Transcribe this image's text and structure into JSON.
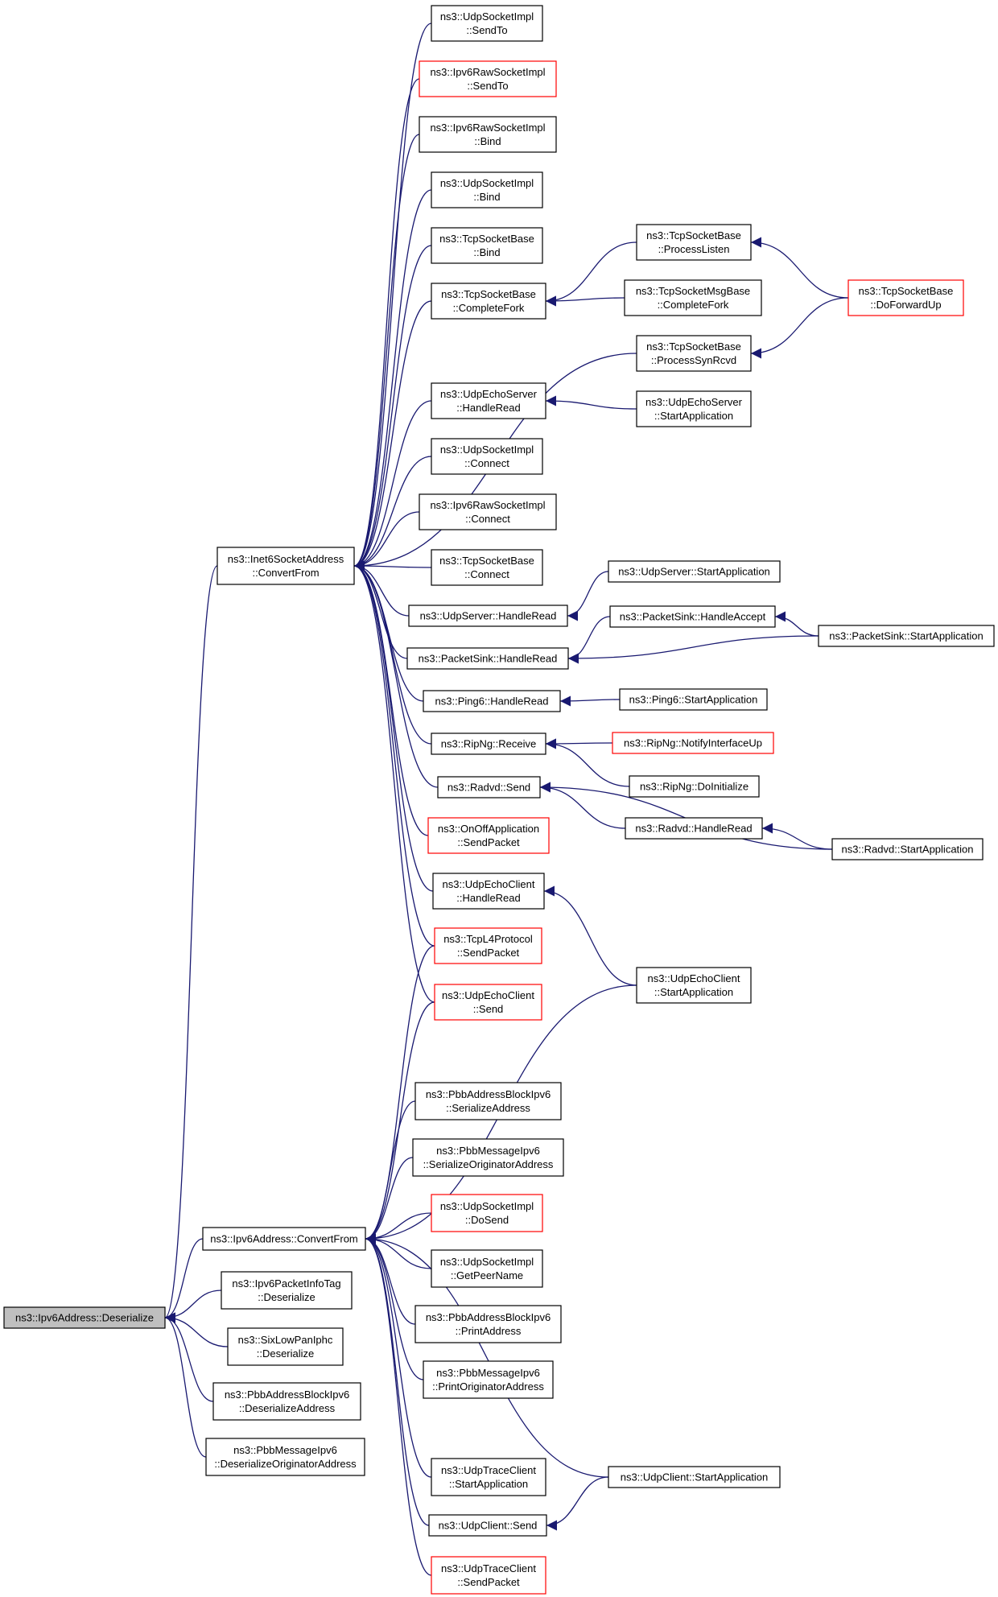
{
  "colors": {
    "edge": "#191970",
    "node_border_normal": "#000000",
    "node_border_truncated": "#ff0000",
    "root_fill": "#bfbfbf",
    "node_fill": "#ffffff"
  },
  "nodes": [
    {
      "id": "ipv6_deserialize",
      "lines": [
        "ns3::Ipv6Address::Deserialize"
      ],
      "style": "root"
    },
    {
      "id": "inet6_convertfrom",
      "lines": [
        "ns3::Inet6SocketAddress",
        "::ConvertFrom"
      ],
      "style": "normal"
    },
    {
      "id": "ipv6addr_convertfrom",
      "lines": [
        "ns3::Ipv6Address::ConvertFrom"
      ],
      "style": "normal"
    },
    {
      "id": "ipv6pktinfotag_deser",
      "lines": [
        "ns3::Ipv6PacketInfoTag",
        "::Deserialize"
      ],
      "style": "normal"
    },
    {
      "id": "sixlowpan_deser",
      "lines": [
        "ns3::SixLowPanIphc",
        "::Deserialize"
      ],
      "style": "normal"
    },
    {
      "id": "pbbabipv6_deseraddr",
      "lines": [
        "ns3::PbbAddressBlockIpv6",
        "::DeserializeAddress"
      ],
      "style": "normal"
    },
    {
      "id": "pbbmsgipv6_deserorig",
      "lines": [
        "ns3::PbbMessageIpv6",
        "::DeserializeOriginatorAddress"
      ],
      "style": "normal"
    },
    {
      "id": "udpsock_sendto",
      "lines": [
        "ns3::UdpSocketImpl",
        "::SendTo"
      ],
      "style": "normal"
    },
    {
      "id": "ipv6raw_sendto",
      "lines": [
        "ns3::Ipv6RawSocketImpl",
        "::SendTo"
      ],
      "style": "truncated"
    },
    {
      "id": "ipv6raw_bind",
      "lines": [
        "ns3::Ipv6RawSocketImpl",
        "::Bind"
      ],
      "style": "normal"
    },
    {
      "id": "udpsock_bind",
      "lines": [
        "ns3::UdpSocketImpl",
        "::Bind"
      ],
      "style": "normal"
    },
    {
      "id": "tcpbase_bind",
      "lines": [
        "ns3::TcpSocketBase",
        "::Bind"
      ],
      "style": "normal"
    },
    {
      "id": "tcpbase_completefork",
      "lines": [
        "ns3::TcpSocketBase",
        "::CompleteFork"
      ],
      "style": "normal"
    },
    {
      "id": "udpechoserver_handleread",
      "lines": [
        "ns3::UdpEchoServer",
        "::HandleRead"
      ],
      "style": "normal"
    },
    {
      "id": "udpsock_connect",
      "lines": [
        "ns3::UdpSocketImpl",
        "::Connect"
      ],
      "style": "normal"
    },
    {
      "id": "ipv6raw_connect",
      "lines": [
        "ns3::Ipv6RawSocketImpl",
        "::Connect"
      ],
      "style": "normal"
    },
    {
      "id": "tcpbase_connect",
      "lines": [
        "ns3::TcpSocketBase",
        "::Connect"
      ],
      "style": "normal"
    },
    {
      "id": "udpserver_handleread",
      "lines": [
        "ns3::UdpServer::HandleRead"
      ],
      "style": "normal"
    },
    {
      "id": "packetsink_handleread",
      "lines": [
        "ns3::PacketSink::HandleRead"
      ],
      "style": "normal"
    },
    {
      "id": "ping6_handleread",
      "lines": [
        "ns3::Ping6::HandleRead"
      ],
      "style": "normal"
    },
    {
      "id": "ripng_receive",
      "lines": [
        "ns3::RipNg::Receive"
      ],
      "style": "normal"
    },
    {
      "id": "radvd_send",
      "lines": [
        "ns3::Radvd::Send"
      ],
      "style": "normal"
    },
    {
      "id": "onoff_sendpacket",
      "lines": [
        "ns3::OnOffApplication",
        "::SendPacket"
      ],
      "style": "truncated"
    },
    {
      "id": "udpechoclient_handleread",
      "lines": [
        "ns3::UdpEchoClient",
        "::HandleRead"
      ],
      "style": "normal"
    },
    {
      "id": "tcpl4_sendpacket",
      "lines": [
        "ns3::TcpL4Protocol",
        "::SendPacket"
      ],
      "style": "truncated"
    },
    {
      "id": "udpechoclient_send",
      "lines": [
        "ns3::UdpEchoClient",
        "::Send"
      ],
      "style": "truncated"
    },
    {
      "id": "tcpbase_processlisten",
      "lines": [
        "ns3::TcpSocketBase",
        "::ProcessListen"
      ],
      "style": "normal"
    },
    {
      "id": "tcpmsgbase_completefork",
      "lines": [
        "ns3::TcpSocketMsgBase",
        "::CompleteFork"
      ],
      "style": "normal"
    },
    {
      "id": "tcpbase_processsynrcvd",
      "lines": [
        "ns3::TcpSocketBase",
        "::ProcessSynRcvd"
      ],
      "style": "normal"
    },
    {
      "id": "tcpbase_doforwardup",
      "lines": [
        "ns3::TcpSocketBase",
        "::DoForwardUp"
      ],
      "style": "truncated"
    },
    {
      "id": "udpechoserver_startapp",
      "lines": [
        "ns3::UdpEchoServer",
        "::StartApplication"
      ],
      "style": "normal"
    },
    {
      "id": "udpserver_startapp",
      "lines": [
        "ns3::UdpServer::StartApplication"
      ],
      "style": "normal"
    },
    {
      "id": "packetsink_handleaccept",
      "lines": [
        "ns3::PacketSink::HandleAccept"
      ],
      "style": "normal"
    },
    {
      "id": "packetsink_startapp",
      "lines": [
        "ns3::PacketSink::StartApplication"
      ],
      "style": "normal"
    },
    {
      "id": "ping6_startapp",
      "lines": [
        "ns3::Ping6::StartApplication"
      ],
      "style": "normal"
    },
    {
      "id": "ripng_notifyifup",
      "lines": [
        "ns3::RipNg::NotifyInterfaceUp"
      ],
      "style": "truncated"
    },
    {
      "id": "ripng_doinit",
      "lines": [
        "ns3::RipNg::DoInitialize"
      ],
      "style": "normal"
    },
    {
      "id": "radvd_handleread",
      "lines": [
        "ns3::Radvd::HandleRead"
      ],
      "style": "normal"
    },
    {
      "id": "radvd_startapp",
      "lines": [
        "ns3::Radvd::StartApplication"
      ],
      "style": "normal"
    },
    {
      "id": "udpechoclient_startapp",
      "lines": [
        "ns3::UdpEchoClient",
        "::StartApplication"
      ],
      "style": "normal"
    },
    {
      "id": "pbbabipv6_seraddr",
      "lines": [
        "ns3::PbbAddressBlockIpv6",
        "::SerializeAddress"
      ],
      "style": "normal"
    },
    {
      "id": "pbbmsgipv6_serorig",
      "lines": [
        "ns3::PbbMessageIpv6",
        "::SerializeOriginatorAddress"
      ],
      "style": "normal"
    },
    {
      "id": "udpsock_dosend",
      "lines": [
        "ns3::UdpSocketImpl",
        "::DoSend"
      ],
      "style": "truncated"
    },
    {
      "id": "udpsock_getpeername",
      "lines": [
        "ns3::UdpSocketImpl",
        "::GetPeerName"
      ],
      "style": "normal"
    },
    {
      "id": "pbbabipv6_printaddr",
      "lines": [
        "ns3::PbbAddressBlockIpv6",
        "::PrintAddress"
      ],
      "style": "normal"
    },
    {
      "id": "pbbmsgipv6_printorig",
      "lines": [
        "ns3::PbbMessageIpv6",
        "::PrintOriginatorAddress"
      ],
      "style": "normal"
    },
    {
      "id": "udptraceclient_startapp",
      "lines": [
        "ns3::UdpTraceClient",
        "::StartApplication"
      ],
      "style": "normal"
    },
    {
      "id": "udpclient_send",
      "lines": [
        "ns3::UdpClient::Send"
      ],
      "style": "normal"
    },
    {
      "id": "udptraceclient_sendpacket",
      "lines": [
        "ns3::UdpTraceClient",
        "::SendPacket"
      ],
      "style": "truncated"
    },
    {
      "id": "udpclient_startapp",
      "lines": [
        "ns3::UdpClient::StartApplication"
      ],
      "style": "normal"
    }
  ],
  "edges": [
    {
      "from": "inet6_convertfrom",
      "to": "ipv6_deserialize"
    },
    {
      "from": "ipv6addr_convertfrom",
      "to": "ipv6_deserialize"
    },
    {
      "from": "ipv6pktinfotag_deser",
      "to": "ipv6_deserialize"
    },
    {
      "from": "sixlowpan_deser",
      "to": "ipv6_deserialize"
    },
    {
      "from": "pbbabipv6_deseraddr",
      "to": "ipv6_deserialize"
    },
    {
      "from": "pbbmsgipv6_deserorig",
      "to": "ipv6_deserialize"
    },
    {
      "from": "udpsock_sendto",
      "to": "inet6_convertfrom"
    },
    {
      "from": "ipv6raw_sendto",
      "to": "inet6_convertfrom"
    },
    {
      "from": "ipv6raw_bind",
      "to": "inet6_convertfrom"
    },
    {
      "from": "udpsock_bind",
      "to": "inet6_convertfrom"
    },
    {
      "from": "tcpbase_bind",
      "to": "inet6_convertfrom"
    },
    {
      "from": "tcpbase_completefork",
      "to": "inet6_convertfrom"
    },
    {
      "from": "tcpbase_processsynrcvd",
      "to": "inet6_convertfrom"
    },
    {
      "from": "udpechoserver_handleread",
      "to": "inet6_convertfrom"
    },
    {
      "from": "udpsock_connect",
      "to": "inet6_convertfrom"
    },
    {
      "from": "ipv6raw_connect",
      "to": "inet6_convertfrom"
    },
    {
      "from": "tcpbase_connect",
      "to": "inet6_convertfrom"
    },
    {
      "from": "udpserver_handleread",
      "to": "inet6_convertfrom"
    },
    {
      "from": "packetsink_handleread",
      "to": "inet6_convertfrom"
    },
    {
      "from": "ping6_handleread",
      "to": "inet6_convertfrom"
    },
    {
      "from": "ripng_receive",
      "to": "inet6_convertfrom"
    },
    {
      "from": "radvd_send",
      "to": "inet6_convertfrom"
    },
    {
      "from": "onoff_sendpacket",
      "to": "inet6_convertfrom"
    },
    {
      "from": "udpechoclient_handleread",
      "to": "inet6_convertfrom"
    },
    {
      "from": "tcpl4_sendpacket",
      "to": "inet6_convertfrom"
    },
    {
      "from": "udpechoclient_send",
      "to": "inet6_convertfrom"
    },
    {
      "from": "tcpbase_processlisten",
      "to": "tcpbase_completefork"
    },
    {
      "from": "tcpmsgbase_completefork",
      "to": "tcpbase_completefork"
    },
    {
      "from": "tcpbase_doforwardup",
      "to": "tcpbase_processlisten"
    },
    {
      "from": "tcpbase_doforwardup",
      "to": "tcpbase_processsynrcvd"
    },
    {
      "from": "udpechoserver_startapp",
      "to": "udpechoserver_handleread"
    },
    {
      "from": "udpserver_startapp",
      "to": "udpserver_handleread"
    },
    {
      "from": "packetsink_handleaccept",
      "to": "packetsink_handleread"
    },
    {
      "from": "packetsink_startapp",
      "to": "packetsink_handleread"
    },
    {
      "from": "packetsink_startapp",
      "to": "packetsink_handleaccept"
    },
    {
      "from": "ping6_startapp",
      "to": "ping6_handleread"
    },
    {
      "from": "ripng_notifyifup",
      "to": "ripng_receive"
    },
    {
      "from": "ripng_doinit",
      "to": "ripng_receive"
    },
    {
      "from": "radvd_handleread",
      "to": "radvd_send"
    },
    {
      "from": "radvd_startapp",
      "to": "radvd_send"
    },
    {
      "from": "radvd_startapp",
      "to": "radvd_handleread"
    },
    {
      "from": "udpechoclient_startapp",
      "to": "udpechoclient_handleread"
    },
    {
      "from": "udpechoclient_startapp",
      "to": "ipv6addr_convertfrom"
    },
    {
      "from": "tcpl4_sendpacket",
      "to": "ipv6addr_convertfrom"
    },
    {
      "from": "udpechoclient_send",
      "to": "ipv6addr_convertfrom"
    },
    {
      "from": "pbbabipv6_seraddr",
      "to": "ipv6addr_convertfrom"
    },
    {
      "from": "pbbmsgipv6_serorig",
      "to": "ipv6addr_convertfrom"
    },
    {
      "from": "udpsock_dosend",
      "to": "ipv6addr_convertfrom"
    },
    {
      "from": "udpsock_getpeername",
      "to": "ipv6addr_convertfrom"
    },
    {
      "from": "pbbabipv6_printaddr",
      "to": "ipv6addr_convertfrom"
    },
    {
      "from": "pbbmsgipv6_printorig",
      "to": "ipv6addr_convertfrom"
    },
    {
      "from": "udpclient_startapp",
      "to": "ipv6addr_convertfrom"
    },
    {
      "from": "udptraceclient_startapp",
      "to": "ipv6addr_convertfrom"
    },
    {
      "from": "udpclient_send",
      "to": "ipv6addr_convertfrom"
    },
    {
      "from": "udptraceclient_sendpacket",
      "to": "ipv6addr_convertfrom"
    },
    {
      "from": "udpclient_startapp",
      "to": "udpclient_send"
    }
  ]
}
